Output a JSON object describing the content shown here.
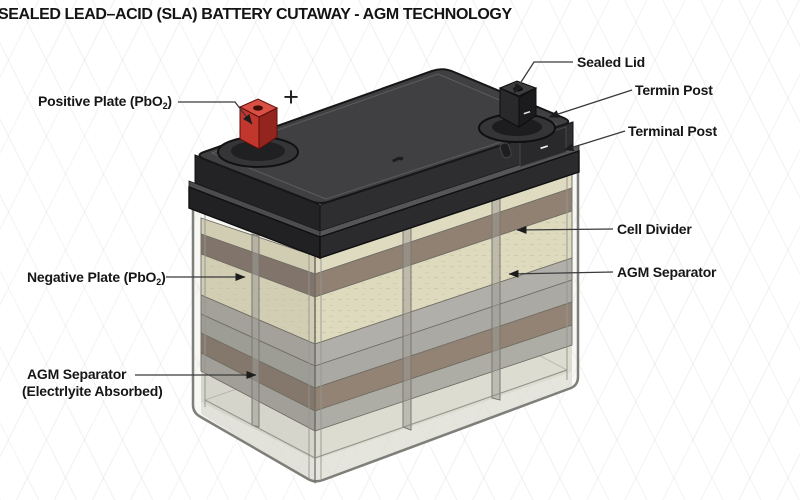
{
  "title": "SEALED LEAD–ACID (SLA) BATTERY CUTAWAY - AGM TECHNOLOGY",
  "labels": {
    "sealed_lid": "Sealed Lid",
    "termin_post": "Termin Post",
    "terminal_post": "Terminal Post",
    "cell_divider": "Cell Divider",
    "agm_separator_right": "AGM Separator",
    "positive_plate": {
      "pre": "Positive Plate (PbO",
      "sub": "2",
      "post": ")"
    },
    "negative_plate": {
      "pre": "Negative Plate (PbO",
      "sub": "2",
      "post": ")"
    },
    "agm_separator_left_line1": "AGM Separator",
    "agm_separator_left_line2": "(Electrlyite Absorbed)"
  },
  "marks": {
    "plus": "+",
    "minus_terminal": "−",
    "minus_panel": "−"
  },
  "colors": {
    "lid": "#404042",
    "positive_terminal_red": "#c1372e",
    "negative_terminal_black": "#232325",
    "agm_separator_cream": "#dcd6b4",
    "plate_brown": "#6c5646",
    "plate_gray": "#9b9994",
    "case_translucent": "#d9d9cf",
    "label_text": "#161616"
  }
}
